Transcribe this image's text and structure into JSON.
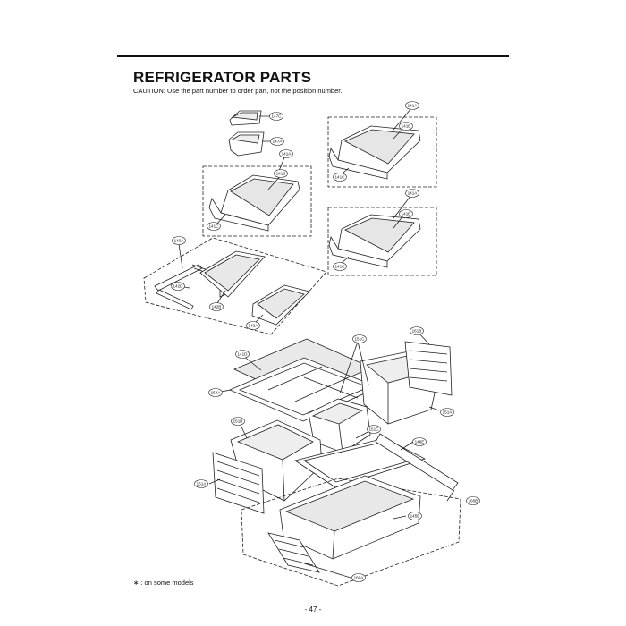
{
  "title": "REFRIGERATOR PARTS",
  "caution": "CAUTION: Use the part number to order part, not the position number.",
  "footnote": "∗ : on some models",
  "page_number": "- 47 -",
  "callouts": {
    "c147C": "147C",
    "c147A": "147A",
    "c141A_1": "141A",
    "c141B_1": "141B",
    "c141C_1": "141C",
    "c141A_2": "141A",
    "c141B_2": "141B",
    "c141C_2": "141C",
    "c141A_3": "141A",
    "c141B_3": "141B",
    "c141C_3": "141C",
    "c140A": "140A",
    "c142D": "142D",
    "c142B": "142B",
    "c142A": "142A",
    "c161B": "161B",
    "c151C_1": "151C",
    "c141D": "141D",
    "c154A": "154A",
    "c151A": "151A",
    "c151B": "151B",
    "c151C_2": "151C",
    "c146E": "146E",
    "c161A": "161A",
    "c160B": "160B",
    "c145E": "145E",
    "c160A": "160A"
  }
}
